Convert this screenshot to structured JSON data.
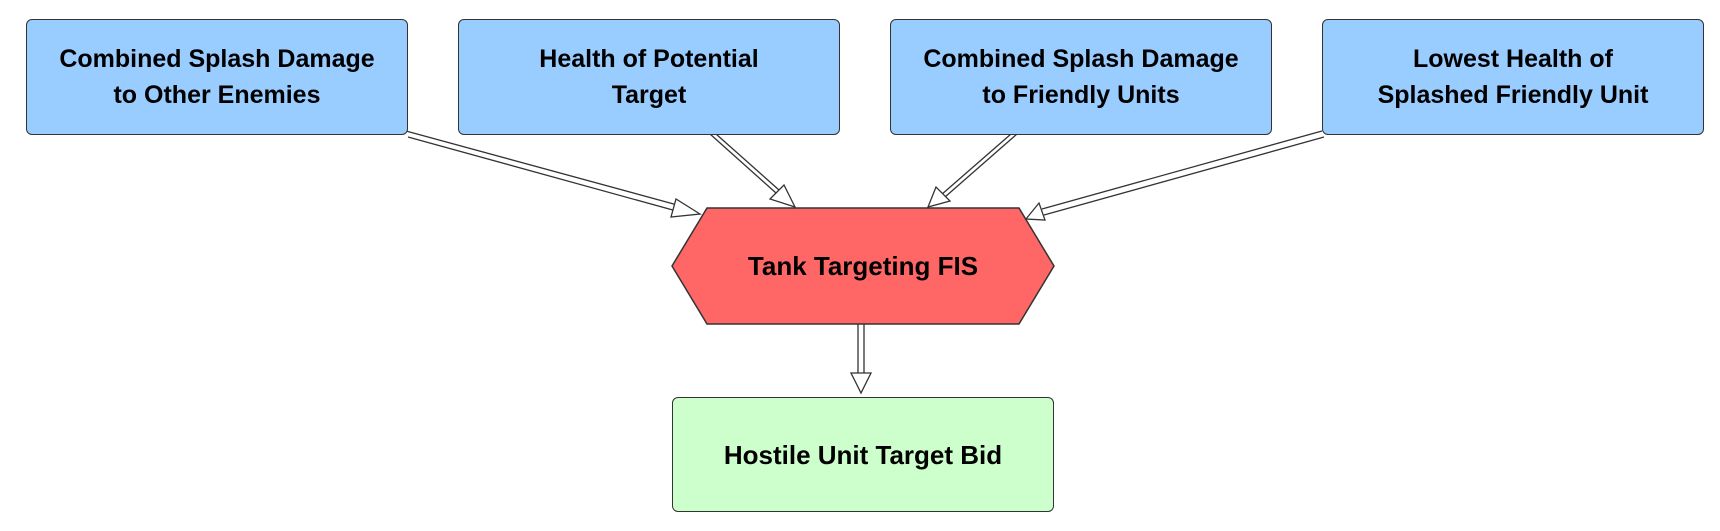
{
  "inputs": [
    {
      "line1": "Combined Splash Damage",
      "line2": "to Other Enemies"
    },
    {
      "line1": "Health of Potential",
      "line2": "Target"
    },
    {
      "line1": "Combined Splash Damage",
      "line2": "to Friendly Units"
    },
    {
      "line1": "Lowest Health of",
      "line2": "Splashed Friendly Unit"
    }
  ],
  "fis": {
    "label": "Tank Targeting FIS"
  },
  "output": {
    "label": "Hostile Unit Target Bid"
  },
  "colors": {
    "input_fill": "#99ccff",
    "fis_fill": "#ff6666",
    "output_fill": "#ccffcc",
    "stroke": "#333333"
  }
}
